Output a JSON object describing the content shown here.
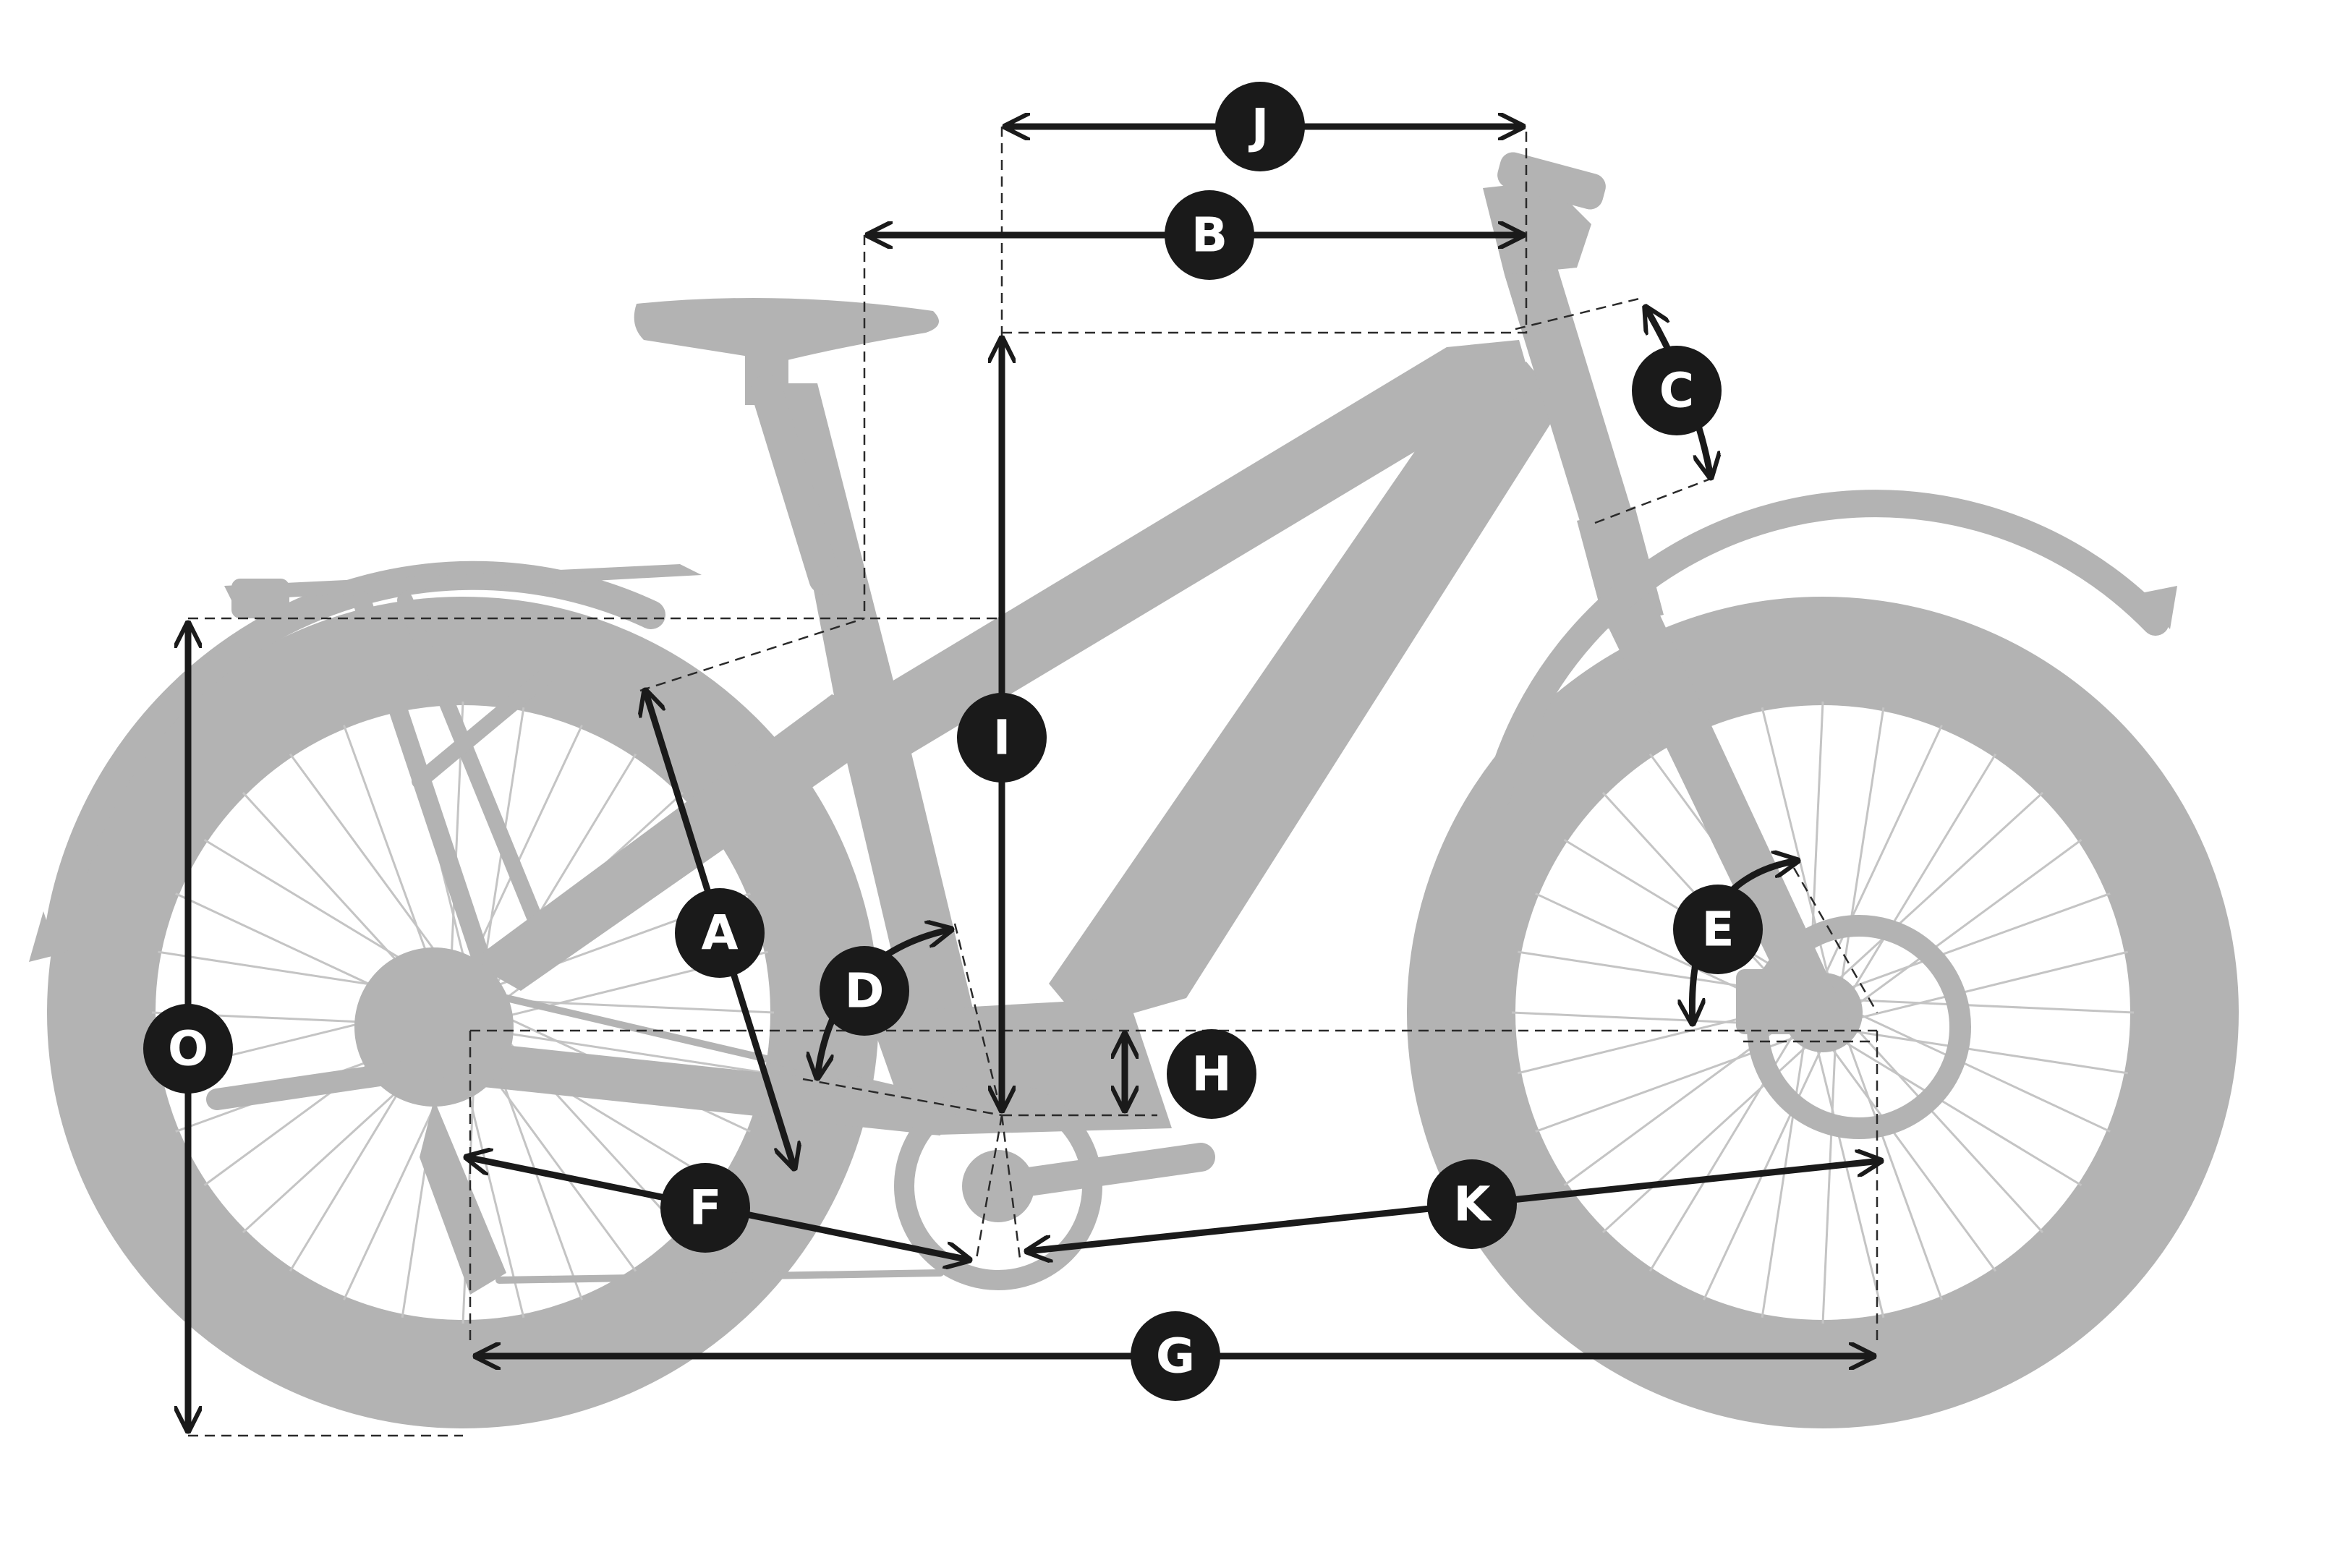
{
  "diagram": {
    "colors": {
      "silhouette": "#b3b3b3",
      "dimension_line": "#1a1a1a",
      "guide_line": "#2a2a2a",
      "badge_fill": "#1a1a1a",
      "badge_text": "#ffffff",
      "background": "#ffffff"
    },
    "labels": {
      "A": "A",
      "B": "B",
      "C": "C",
      "D": "D",
      "E": "E",
      "F": "F",
      "G": "G",
      "H": "H",
      "I": "I",
      "J": "J",
      "K": "K",
      "O": "O"
    }
  }
}
